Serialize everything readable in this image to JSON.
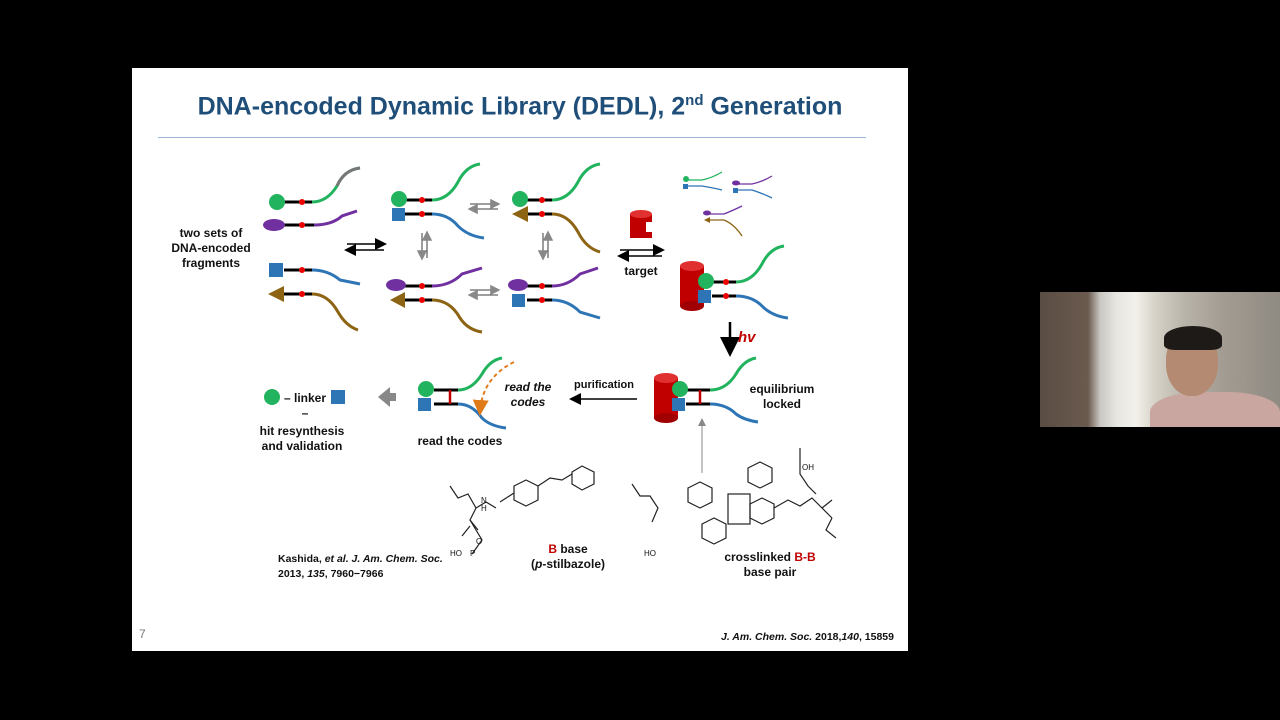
{
  "slide": {
    "title_main": "DNA-encoded Dynamic Library (DEDL), 2",
    "title_sup": "nd",
    "title_end": " Generation",
    "labels": {
      "two_sets_1": "two sets of",
      "two_sets_2": "DNA-encoded",
      "two_sets_3": "fragments",
      "target": "target",
      "hv": "hv",
      "equilibrium_1": "equilibrium",
      "equilibrium_2": "locked",
      "purification": "purification",
      "read_codes_it_1": "read the",
      "read_codes_it_2": "codes",
      "read_codes": "read the codes",
      "linker": "linker",
      "hit_1": "hit resynthesis",
      "hit_2": "and validation",
      "b_base_red": "B",
      "b_base_rest": " base",
      "stilbazole_p": "p",
      "stilbazole_rest": "-stilbazole)",
      "crosslinked_1a": "crosslinked ",
      "crosslinked_1b": "B-B",
      "crosslinked_2": "base pair",
      "ref_authors_a": "Kashida, ",
      "ref_authors_b": "et al. J. Am. Chem. Soc.",
      "ref_year_a": "2013, ",
      "ref_year_b": "135",
      "ref_year_c": ", 7960−7966",
      "chem_ho": "HO",
      "chem_oh": "OH",
      "chem_p": "P",
      "chem_n": "N",
      "chem_h": "H",
      "chem_o": "O"
    },
    "page_number": "7",
    "citation_a": "J. Am. Chem. Soc.",
    "citation_b": " 2018,",
    "citation_c": "140",
    "citation_d": ", 15859"
  },
  "colors": {
    "title": "#1f4e79",
    "green_fragment": "#22b35e",
    "purple_fragment": "#7030a0",
    "blue_fragment": "#2e75b6",
    "brown_fragment": "#8c6414",
    "target_red": "#c00000",
    "strand_gray": "#7f7f7f"
  },
  "icons": [
    "green-circle-icon",
    "purple-ellipse-icon",
    "blue-square-icon",
    "brown-triangle-icon",
    "target-cylinder-icon",
    "gray-arrow-icon"
  ]
}
